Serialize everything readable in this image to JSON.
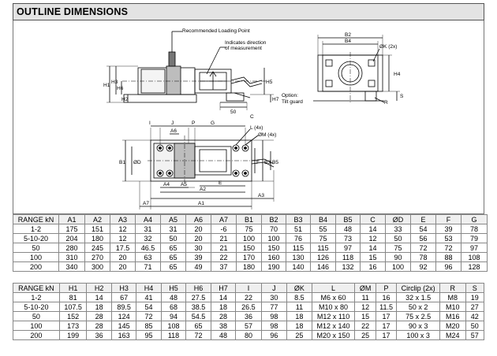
{
  "title": "OUTLINE DIMENSIONS",
  "drawing": {
    "callout_loading": "Recommended Loading Point",
    "callout_direction_1": "Indicates direction",
    "callout_direction_2": "of measurement",
    "option_1": "Option:",
    "option_2": "Tilt guard",
    "dim_ok": "ØK (2x)",
    "dim_l": "L (4x)",
    "dim_om": "ØM (4x)",
    "labels": {
      "B2": "B2",
      "B4": "B4",
      "H1": "H1",
      "H2": "H2",
      "H3": "H3",
      "H4": "H4",
      "H5": "H5",
      "H6": "H6",
      "H7": "H7",
      "S": "S",
      "R": "R",
      "C": "C",
      "N50": "50",
      "I": "I",
      "J": "J",
      "P": "P",
      "G": "G",
      "A6": "A6",
      "A4": "A4",
      "A5": "A5",
      "E": "E",
      "A2": "A2",
      "A3": "A3",
      "A7": "A7",
      "A1": "A1",
      "B1": "B1",
      "OD": "ØD",
      "F": "F",
      "B3": "B3",
      "B5": "B5"
    }
  },
  "table1": {
    "header": [
      "RANGE kN",
      "A1",
      "A2",
      "A3",
      "A4",
      "A5",
      "A6",
      "A7",
      "B1",
      "B2",
      "B3",
      "B4",
      "B5",
      "C",
      "ØD",
      "E",
      "F",
      "G"
    ],
    "rows": [
      [
        "1-2",
        "175",
        "151",
        "12",
        "31",
        "31",
        "20",
        "-6",
        "75",
        "70",
        "51",
        "55",
        "48",
        "14",
        "33",
        "54",
        "39",
        "78"
      ],
      [
        "5-10-20",
        "204",
        "180",
        "12",
        "32",
        "50",
        "20",
        "21",
        "100",
        "100",
        "76",
        "75",
        "73",
        "12",
        "50",
        "56",
        "53",
        "79"
      ],
      [
        "50",
        "280",
        "245",
        "17.5",
        "46.5",
        "65",
        "30",
        "21",
        "150",
        "150",
        "115",
        "115",
        "97",
        "14",
        "75",
        "72",
        "72",
        "97"
      ],
      [
        "100",
        "310",
        "270",
        "20",
        "63",
        "65",
        "39",
        "22",
        "170",
        "160",
        "130",
        "126",
        "118",
        "15",
        "90",
        "78",
        "88",
        "108"
      ],
      [
        "200",
        "340",
        "300",
        "20",
        "71",
        "65",
        "49",
        "37",
        "180",
        "190",
        "140",
        "146",
        "132",
        "16",
        "100",
        "92",
        "96",
        "128"
      ]
    ]
  },
  "table2": {
    "header": [
      "RANGE kN",
      "H1",
      "H2",
      "H3",
      "H4",
      "H5",
      "H6",
      "H7",
      "I",
      "J",
      "ØK",
      "L",
      "ØM",
      "P",
      "Circlip (2x)",
      "R",
      "S"
    ],
    "rows": [
      [
        "1-2",
        "81",
        "14",
        "67",
        "41",
        "48",
        "27.5",
        "14",
        "22",
        "30",
        "8.5",
        "M6 x 60",
        "11",
        "16",
        "32 x 1.5",
        "M8",
        "19"
      ],
      [
        "5-10-20",
        "107.5",
        "18",
        "89.5",
        "54",
        "68",
        "38.5",
        "18",
        "26.5",
        "77",
        "11",
        "M10 x 80",
        "12",
        "11.5",
        "50 x 2",
        "M10",
        "27"
      ],
      [
        "50",
        "152",
        "28",
        "124",
        "72",
        "94",
        "54.5",
        "28",
        "36",
        "98",
        "18",
        "M12 x 110",
        "15",
        "17",
        "75 x 2.5",
        "M16",
        "42"
      ],
      [
        "100",
        "173",
        "28",
        "145",
        "85",
        "108",
        "65",
        "38",
        "57",
        "98",
        "18",
        "M12 x 140",
        "22",
        "17",
        "90 x 3",
        "M20",
        "50"
      ],
      [
        "200",
        "199",
        "36",
        "163",
        "95",
        "118",
        "72",
        "48",
        "80",
        "96",
        "25",
        "M20 x 150",
        "25",
        "17",
        "100 x 3",
        "M24",
        "57"
      ]
    ]
  }
}
